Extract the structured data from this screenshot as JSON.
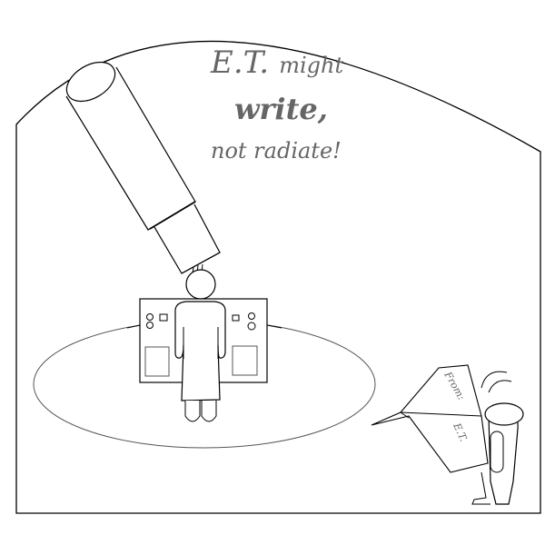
{
  "caption": {
    "line1_big": "E.T.",
    "line1_small": "might",
    "line2": "write,",
    "line3": "not radiate!"
  },
  "paper_plane": {
    "text_upper": "From:",
    "text_lower": "E.T."
  },
  "colors": {
    "stroke": "#000000",
    "caption": "#666666",
    "background": "#ffffff"
  }
}
